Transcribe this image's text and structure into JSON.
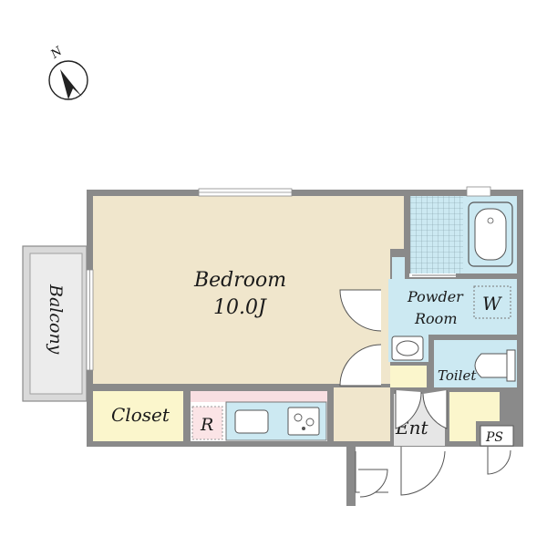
{
  "compass": {
    "north_label": "N"
  },
  "rooms": {
    "bedroom": {
      "name": "Bedroom",
      "size": "10.0J"
    },
    "balcony": {
      "name": "Balcony"
    },
    "closet": {
      "name": "Closet"
    },
    "powder_room": {
      "line1": "Powder",
      "line2": "Room"
    },
    "washer": {
      "label": "W"
    },
    "toilet": {
      "name": "Toilet"
    },
    "refrigerator": {
      "label": "R"
    },
    "entrance": {
      "name": "Ent"
    },
    "pipe_space": {
      "label": "PS"
    }
  },
  "colors": {
    "wall": "#8a8a8a",
    "bedroom_floor": "#f0e6cc",
    "wet_area": "#cce9f2",
    "closet": "#fbf6cc",
    "balcony": "#e9e9e9",
    "kitchen_strip": "#f8dfe2",
    "entrance": "#e6e6e6"
  }
}
